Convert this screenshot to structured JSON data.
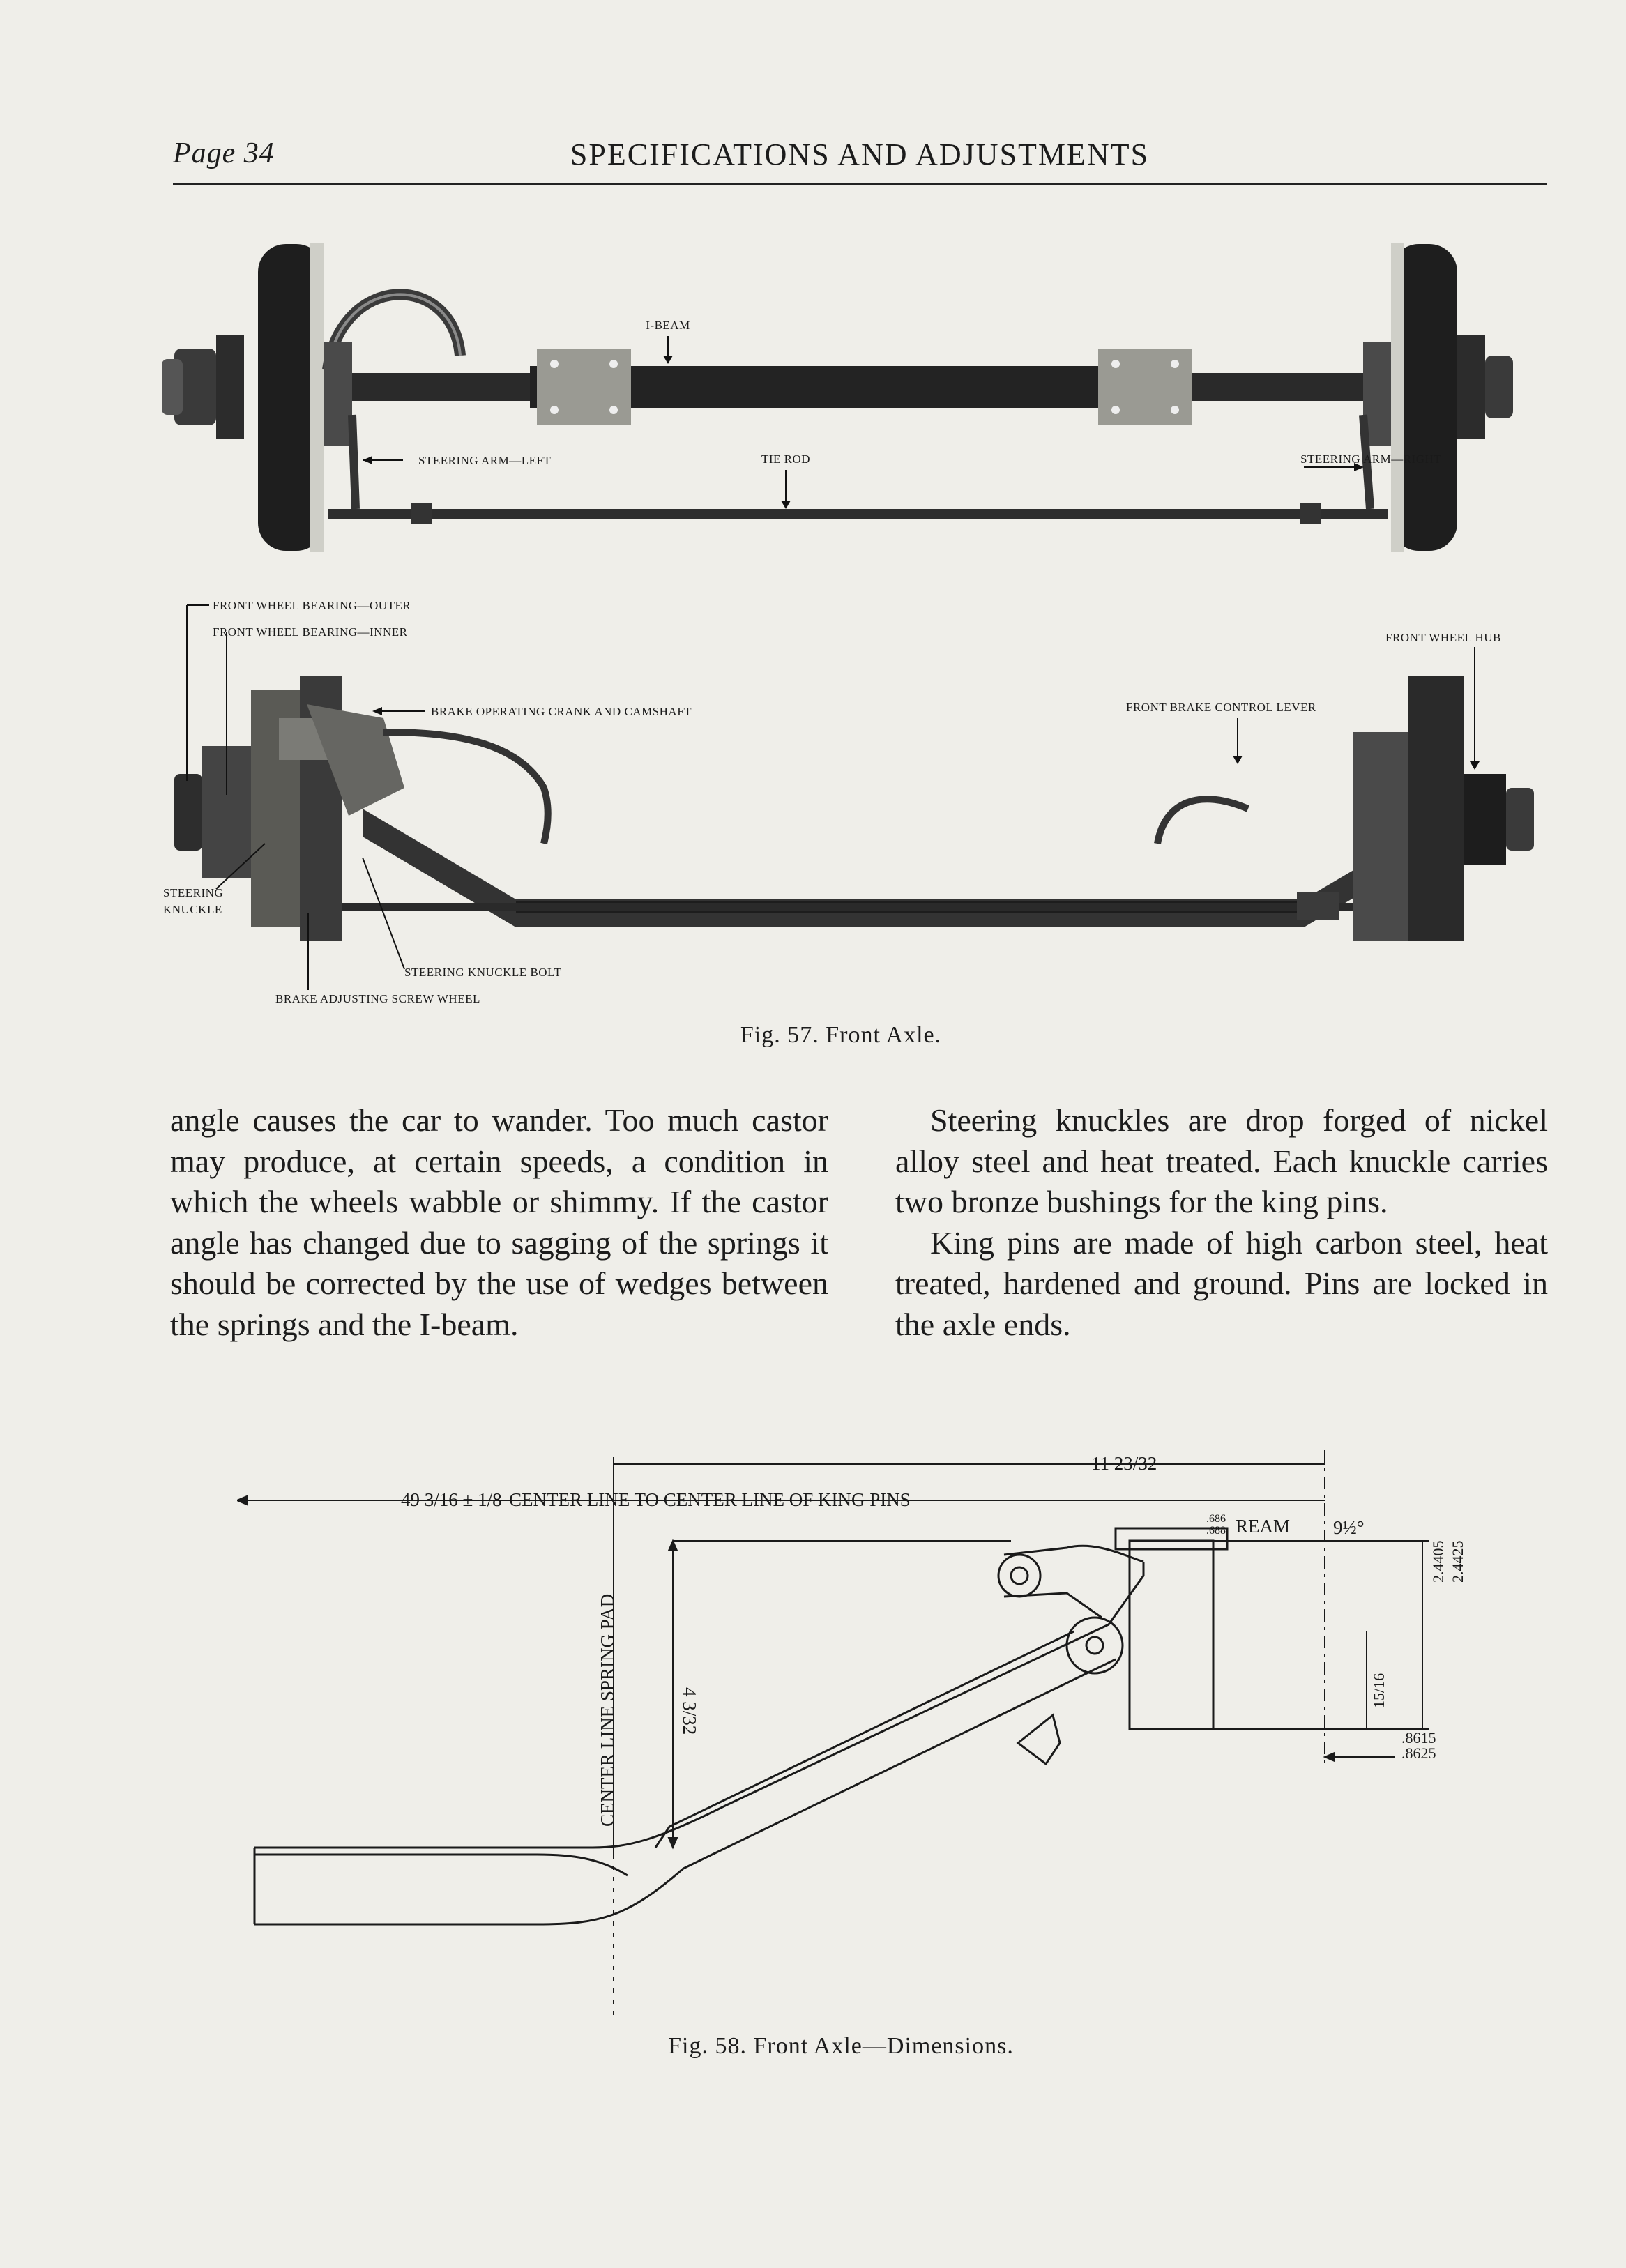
{
  "header": {
    "page_number": "Page 34",
    "running_title": "SPECIFICATIONS AND ADJUSTMENTS"
  },
  "figure57": {
    "labels": {
      "i_beam": "I-BEAM",
      "steering_arm_left": "STEERING ARM—LEFT",
      "tie_rod": "TIE ROD",
      "steering_arm_right": "STEERING ARM—RIGHT",
      "bearing_outer": "FRONT WHEEL BEARING—OUTER",
      "bearing_inner": "FRONT WHEEL BEARING—INNER",
      "brake_crank": "BRAKE OPERATING CRANK AND CAMSHAFT",
      "brake_lever": "FRONT BRAKE CONTROL LEVER",
      "wheel_hub": "FRONT WHEEL HUB",
      "steering_knuckle_1": "STEERING",
      "steering_knuckle_2": "KNUCKLE",
      "knuckle_bolt": "STEERING KNUCKLE BOLT",
      "adjusting_screw": "BRAKE ADJUSTING SCREW WHEEL"
    },
    "caption": "Fig. 57.   Front Axle."
  },
  "body_text": {
    "left": "angle causes the car to wander.  Too much castor may produce, at certain speeds, a condition in which the wheels wabble or shimmy.  If the castor angle has changed due to sagging of the springs it should be corrected by the use of wedges between the springs and the I-beam.",
    "right_p1": "Steering knuckles are drop forged of nickel alloy steel and heat treated.  Each knuckle carries two bronze bushings for the king pins.",
    "right_p2": "King pins are made of high carbon steel, heat treated, hardened and ground.  Pins are locked in the axle ends."
  },
  "figure58": {
    "labels": {
      "kingpin_distance": "49 3/16 ± 1/8",
      "center_line_text": "CENTER LINE TO CENTER LINE OF KING PINS",
      "offset": "11 23/32",
      "ream_upper": ".686",
      "ream_lower": ".688",
      "ream": "REAM",
      "angle": "9½°",
      "spring_pad": "CENTER LINE SPRING PAD",
      "height": "4 3/32",
      "bore_upper": "2.4405",
      "bore_lower": "2.4425",
      "knuckle_width": "15/16",
      "dia_upper": ".8615",
      "dia_lower": ".8625"
    },
    "caption": "Fig. 58.   Front Axle—Dimensions."
  }
}
